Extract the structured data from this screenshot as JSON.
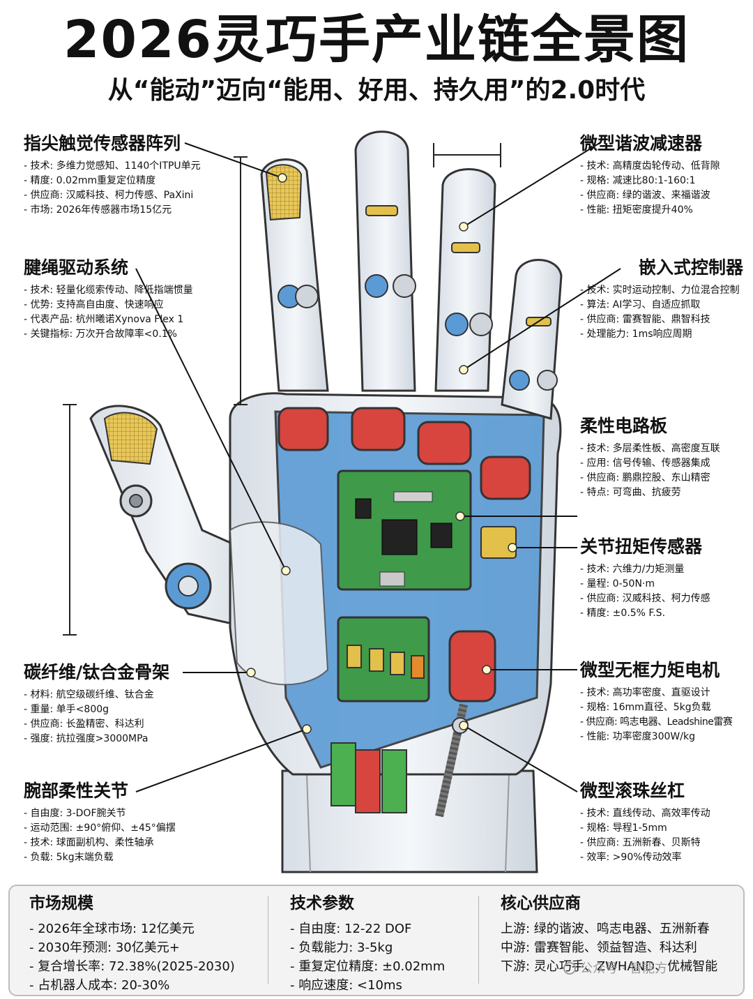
{
  "title": "2026灵巧手产业链全景图",
  "subtitle": "从“能动”迈向“能用、好用、持久用”的2.0时代",
  "left_blocks": [
    {
      "heading": "指尖触觉传感器阵列",
      "items": [
        "技术: 多维力觉感知、1140个ITPU单元",
        "精度: 0.02mm重复定位精度",
        "供应商: 汉威科技、柯力传感、PaXini",
        "市场: 2026年传感器市场15亿元"
      ]
    },
    {
      "heading": "腱绳驱动系统",
      "items": [
        "技术: 轻量化缆索传动、降低指端惯量",
        "优势: 支持高自由度、快速响应",
        "代表产品: 杭州曦诺Xynova Flex 1",
        "关键指标: 万次开合故障率<0.1%"
      ]
    },
    {
      "heading": "碳纤维/钛合金骨架",
      "items": [
        "材料: 航空级碳纤维、钛合金",
        "重量: 单手<800g",
        "供应商: 长盈精密、科达利",
        "强度: 抗拉强度>3000MPa"
      ]
    },
    {
      "heading": "腕部柔性关节",
      "items": [
        "自由度: 3-DOF腕关节",
        "运动范围: ±90°俯仰、±45°偏摆",
        "技术: 球面副机构、柔性轴承",
        "负载: 5kg末端负载"
      ]
    }
  ],
  "right_blocks": [
    {
      "heading": "微型谐波减速器",
      "items": [
        "技术: 高精度齿轮传动、低背隙",
        "规格: 减速比80:1-160:1",
        "供应商: 绿的谐波、来福谐波",
        "性能: 扭矩密度提升40%"
      ]
    },
    {
      "heading": "嵌入式控制器",
      "items": [
        "技术: 实时运动控制、力位混合控制",
        "算法: AI学习、自适应抓取",
        "供应商: 雷赛智能、鼎智科技",
        "处理能力: 1ms响应周期"
      ]
    },
    {
      "heading": "柔性电路板",
      "items": [
        "技术: 多层柔性板、高密度互联",
        "应用: 信号传输、传感器集成",
        "供应商: 鹏鼎控股、东山精密",
        "特点: 可弯曲、抗疲劳"
      ]
    },
    {
      "heading": "关节扭矩传感器",
      "items": [
        "技术: 六维力/力矩测量",
        "量程: 0-50N·m",
        "供应商: 汉威科技、柯力传感",
        "精度: ±0.5% F.S."
      ]
    },
    {
      "heading": "微型无框力矩电机",
      "items": [
        "技术: 高功率密度、直驱设计",
        "规格: 16mm直径、5kg负载",
        "供应商: 鸣志电器、Leadshine雷赛",
        "性能: 功率密度300W/kg"
      ]
    },
    {
      "heading": "微型滚珠丝杠",
      "items": [
        "技术: 直线传动、高效率传动",
        "规格: 导程1-5mm",
        "供应商: 五洲新春、贝斯特",
        "效率: >90%传动效率"
      ]
    }
  ],
  "bottom": {
    "market": {
      "heading": "市场规模",
      "items": [
        "2026年全球市场: 12亿美元",
        "2030年预测: 30亿美元+",
        "复合增长率: 72.38%(2025-2030)",
        "占机器人成本: 20-30%"
      ]
    },
    "tech": {
      "heading": "技术参数",
      "items": [
        "自由度: 12-22 DOF",
        "负载能力: 3-5kg",
        "重复定位精度: ±0.02mm",
        "响应速度: <10ms"
      ]
    },
    "suppliers": {
      "heading": "核心供应商",
      "items": [
        "上游: 绿的谐波、鸣志电器、五洲新春",
        "中游: 雷赛智能、领益智造、科达利",
        "下游: 灵心巧手、ZWHAND、优械智能"
      ]
    }
  },
  "watermark": "公众号 · 智能方",
  "colors": {
    "pcb": "#3f9a4a",
    "actuator": "#d8453f",
    "frame": "#5b9bd5",
    "shell": "#e6ebf0",
    "gold": "#e2c04a"
  }
}
